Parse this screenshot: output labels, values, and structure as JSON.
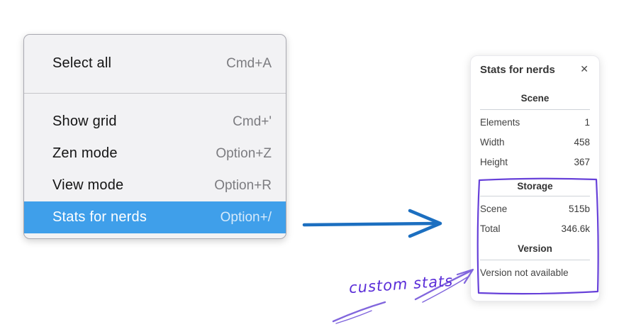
{
  "context_menu": {
    "highlight_color": "#3f9fea",
    "items": [
      {
        "label": "Select all",
        "shortcut": "Cmd+A",
        "selected": false
      },
      {
        "label": "Show grid",
        "shortcut": "Cmd+'",
        "selected": false
      },
      {
        "label": "Zen mode",
        "shortcut": "Option+Z",
        "selected": false
      },
      {
        "label": "View mode",
        "shortcut": "Option+R",
        "selected": false
      },
      {
        "label": "Stats for nerds",
        "shortcut": "Option+/",
        "selected": true
      }
    ]
  },
  "stats_panel": {
    "title": "Stats for nerds",
    "close_icon": "✕",
    "sections": [
      {
        "heading": "Scene",
        "rows": [
          {
            "label": "Elements",
            "value": "1"
          },
          {
            "label": "Width",
            "value": "458"
          },
          {
            "label": "Height",
            "value": "367"
          }
        ]
      },
      {
        "heading": "Storage",
        "rows": [
          {
            "label": "Scene",
            "value": "515b"
          },
          {
            "label": "Total",
            "value": "346.6k"
          }
        ]
      },
      {
        "heading": "Version",
        "note": "Version not available"
      }
    ]
  },
  "annotations": {
    "custom_stats_label": "custom stats",
    "flow_arrow_color": "#1c6fc0",
    "box_color": "#6741d9",
    "arrow_color": "#8166dd"
  }
}
